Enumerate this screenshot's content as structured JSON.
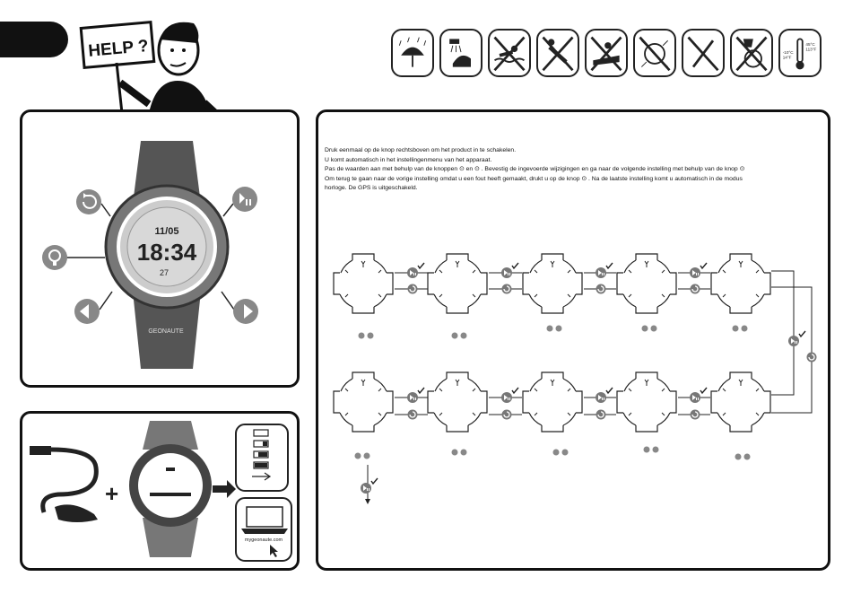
{
  "header": {
    "help_sign": "HELP ?",
    "warning_icons": [
      "rain-icon",
      "shower-icon",
      "no-swimming-icon",
      "no-diving-icon",
      "no-jetski-icon",
      "no-impact-icon",
      "no-tools-icon",
      "no-chemicals-icon",
      "temperature-range-icon"
    ],
    "temp_labels": [
      "-10°C",
      "14°F",
      "45°C",
      "113°F"
    ]
  },
  "watch": {
    "date": "11/05",
    "time": "18:34",
    "seconds": "27",
    "brand": "GEONAUTE"
  },
  "charging": {
    "website": "mygeonaute.com"
  },
  "instructions": {
    "line1": "Druk eenmaal op de knop rechtsboven om het product in te schakelen.",
    "line2": "U komt automatisch in het instellingenmenu van het apparaat.",
    "line3": "Pas de waarden aan met behulp van de knoppen ⊙ en ⊙ . Bevestig de ingevoerde wijzigingen en ga naar de volgende instelling met behulp van de knop ⊙",
    "line4": "Om terug te gaan naar de vorige instelling omdat u een fout heeft gemaakt, drukt u op de knop ⊙ . Na de laatste instelling komt u automatisch in de modus",
    "line5": "horloge. De GPS is uitgeschakeld."
  },
  "flow": {
    "pair_symbol": "⊙ ⊙"
  }
}
